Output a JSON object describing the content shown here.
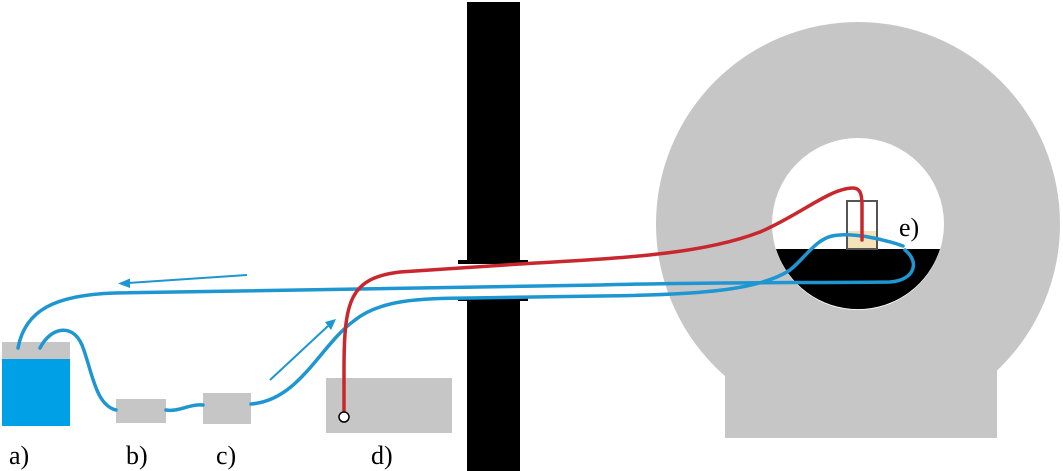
{
  "labels": {
    "a": "a)",
    "b": "b)",
    "c": "c)",
    "d": "d)",
    "e": "e)"
  },
  "colors": {
    "gray": "#c6c6c6",
    "water": "#00a0e6",
    "blue_tube": "#1e96d2",
    "red_tube": "#c8282d",
    "wall": "#000000",
    "sample": "#f4e2b8"
  }
}
